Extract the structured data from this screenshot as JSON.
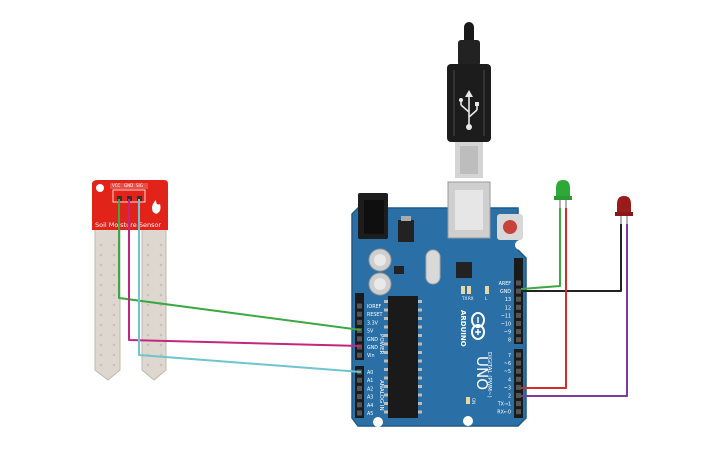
{
  "colors": {
    "background": "#ffffff",
    "board": "#2a6fa6",
    "board_edge": "#1f5a8a",
    "sensor_red": "#e2231a",
    "probe": "#ddd7cf",
    "wire_green": "#3aa843",
    "wire_magenta": "#c2277f",
    "wire_cyan": "#6ec4cf",
    "wire_black": "#222222",
    "wire_red": "#d62b2b",
    "wire_purple": "#7d3a9e",
    "led_green": "#2fa83a",
    "led_red": "#9b1b1b"
  },
  "sensor": {
    "label": "Soil Moisture Sensor",
    "pins": [
      "VCC",
      "GND",
      "SIG"
    ]
  },
  "board": {
    "brand": "ARDUINO",
    "model": "UNO",
    "power_header_title": "POWER",
    "analog_header_title": "ANALOG IN",
    "digital_header_title": "DIGITAL (PWM~)",
    "power_pins": [
      "IOREF",
      "RESET",
      "3.3V",
      "5V",
      "GND",
      "GND",
      "Vin"
    ],
    "analog_pins": [
      "A0",
      "A1",
      "A2",
      "A3",
      "A4",
      "A5"
    ],
    "digital_top_pins": [
      "AREF",
      "GND",
      "13",
      "12",
      "~11",
      "~10",
      "~9",
      "8"
    ],
    "digital_bottom_pins": [
      "7",
      "~6",
      "~5",
      "4",
      "~3",
      "2",
      "TX→1",
      "RX←0"
    ],
    "on_led_label": "ON",
    "tx_label": "TX",
    "rx_label": "RX",
    "l_label": "L"
  },
  "usb": {
    "icon": "usb-icon"
  },
  "leds": [
    {
      "name": "green-led",
      "color": "green"
    },
    {
      "name": "red-led",
      "color": "red"
    }
  ]
}
